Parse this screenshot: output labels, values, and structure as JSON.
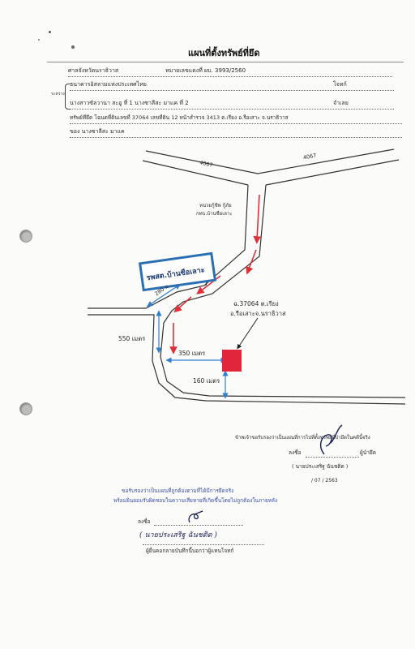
{
  "header": {
    "title": "แผนที่ตั้งทรัพย์ที่ยึด",
    "court": "ศาลจังหวัดนราธิวาส",
    "case_no": "หมายเลขแดงที่ ผบ.  3993/2560"
  },
  "parties": {
    "bracket_label": "ระหว่าง",
    "plaintiff": "ธนาคารอิสลามแห่งประเทศไทย",
    "plaintiff_role": "โจทก์",
    "defendant": "นางสาวซัลวานา สะอู ที่ 1  นางซาลีสะ มาแค  ที่ 2",
    "defendant_role": "จำเลย"
  },
  "property": {
    "line1": "ทรัพย์ที่ยึด   โฉนดที่ดินเลขที่ 37064   เลขที่ดิน 12  หน้าสำรวจ  3413     ต.เรียง  อ.รือเสาะ  จ.นราธิวาส",
    "line2": "ของ  นางซาลีสะ มาแค"
  },
  "map": {
    "road_left": "4067",
    "road_right": "4067",
    "checkpoint": [
      "หน่วยกู้ชีพ กู้ภัย",
      "กทบ.บ้านซือเลาะ"
    ],
    "hospital": "รพสต.บ้านซือเลาะ",
    "dist_280": "280 ม.",
    "dist_550": "550 เมตร",
    "dist_350": "350 เมตร",
    "dist_160": "160 เมตร",
    "parcel_label": [
      "ฉ.37064 ต.เรียง",
      "อ.รือเสาะจ.นราธิวาส"
    ]
  },
  "certify": {
    "text": "ข้าพเจ้าขอรับรองว่าเป็นแผนที่การไปที่ตั้งทรัพย์ที่ปายึดในคดีนี้จริง",
    "sign_label": "ลงชื่อ",
    "signer_role": "ผู้นำยึด",
    "signer_name": "( นายประเสริฐ ฉันชติด )",
    "date": "/ 07 / 2563"
  },
  "stamp": {
    "line1": "ขอรับรองว่าเป็นแผนที่ถูกต้องตามที่ได้มีการยึดจริง",
    "line2": "พร้อมยินยอมรับผิดชอบในความเสียหายที่เกิดขึ้นโดยไม่ถูกต้องในภายหลัง",
    "sign_label": "ลงชื่อ",
    "handwritten_name": "( นายประเสริฐ ฉันชติด )",
    "role": "ผู้ยื่นคอกลายบันทึกนี้บอกว่าผู้แทนโจทก์"
  },
  "colors": {
    "arrow_red": "#e0303a",
    "dim_blue": "#2f7fd0",
    "parcel_red": "#e1253a",
    "hospital_blue": "#2a6fb4"
  }
}
